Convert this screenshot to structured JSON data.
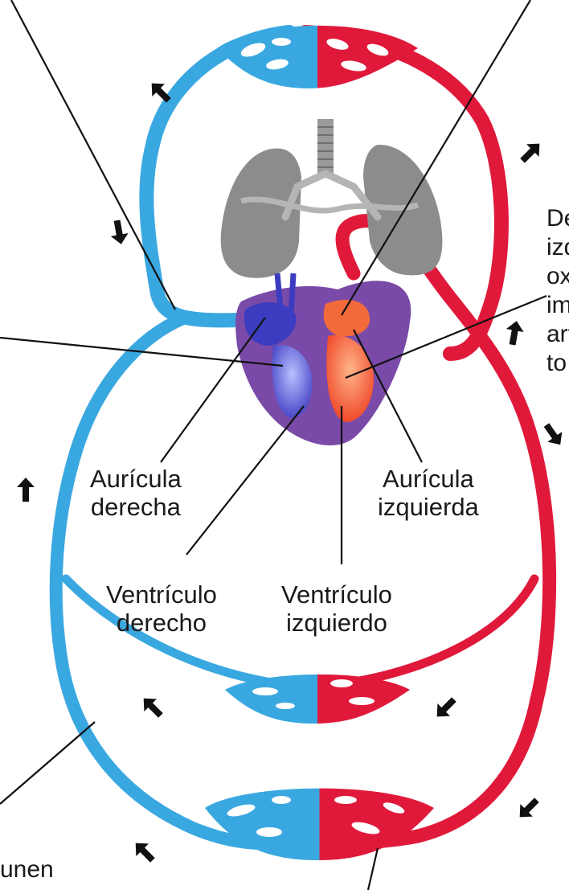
{
  "labels": {
    "auricula_derecha": [
      "Aurícula",
      "derecha"
    ],
    "auricula_izquierda": [
      "Aurícula",
      "izquierda"
    ],
    "ventriculo_derecho": [
      "Ventrículo",
      "derecho"
    ],
    "ventriculo_izquierdo": [
      "Ventrículo",
      "izquierdo"
    ],
    "right_fragment": [
      "De",
      "izq",
      "oxi",
      "im",
      "art",
      "to"
    ],
    "bottom_fragment": "unen"
  },
  "colors": {
    "venous_blue": "#3aa8e0",
    "arterial_red": "#e0193a",
    "heart_purple": "#7a4aa8",
    "heart_blue": "#3c3cc0",
    "heart_orange": "#f26a3a",
    "lung_gray": "#8c8c8c",
    "arrow_black": "#111111",
    "leader_line": "#111111"
  },
  "icons": [
    "flow-arrow-icon"
  ]
}
